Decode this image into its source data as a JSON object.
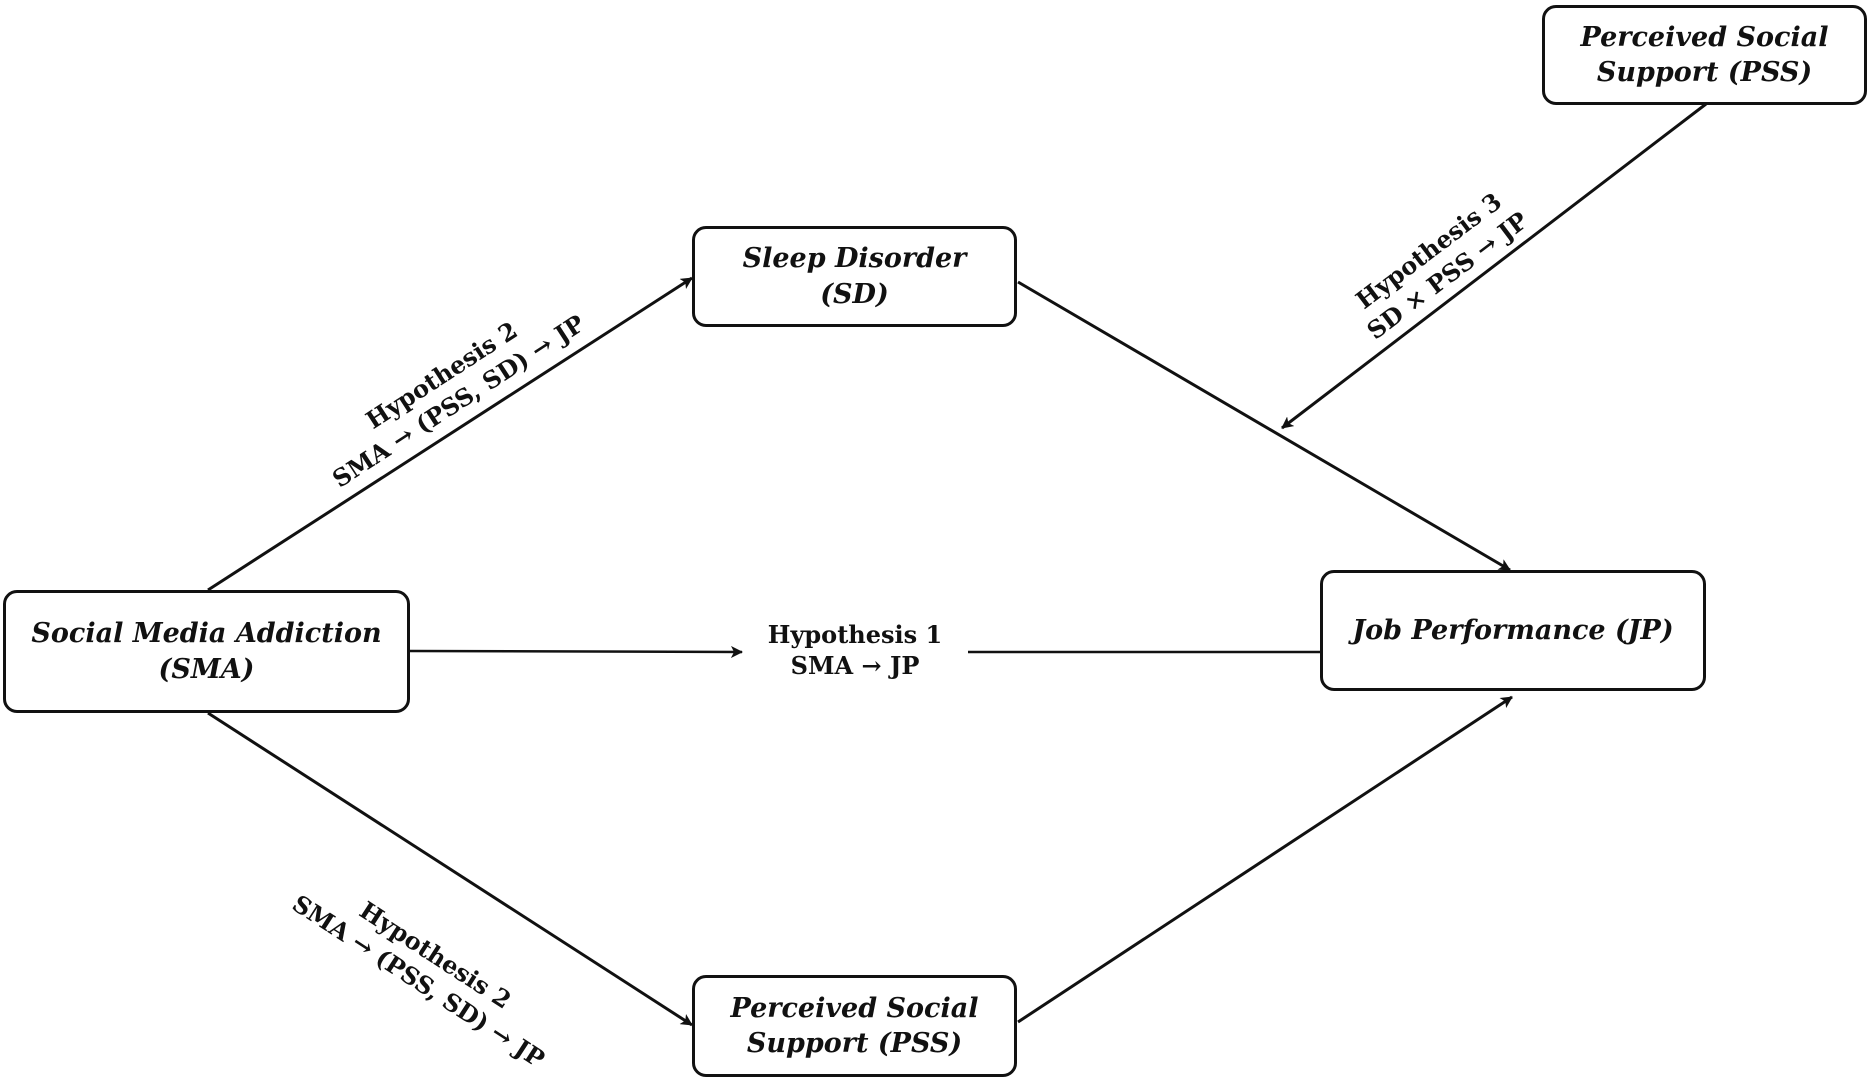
{
  "nodes": {
    "pss_top": {
      "line1": "Perceived Social",
      "line2": "Support (PSS)"
    },
    "sd": {
      "line1": "Sleep Disorder (SD)"
    },
    "sma": {
      "line1": "Social Media Addiction",
      "line2": "(SMA)"
    },
    "jp": {
      "line1": "Job Performance (JP)"
    },
    "pss_bottom": {
      "line1": "Perceived Social",
      "line2": "Support (PSS)"
    }
  },
  "labels": {
    "h1": {
      "line1": "Hypothesis 1",
      "line2": "SMA →  JP"
    },
    "h2_upper": {
      "line1": "Hypothesis 2",
      "line2": "SMA → (PSS, SD) → JP"
    },
    "h2_lower": {
      "line1": "Hypothesis 2",
      "line2": "SMA → (PSS, SD) → JP"
    },
    "h3": {
      "line1": "Hypothesis 3",
      "line2": "SD × PSS → JP"
    }
  },
  "colors": {
    "stroke": "#111111",
    "background": "#ffffff"
  }
}
